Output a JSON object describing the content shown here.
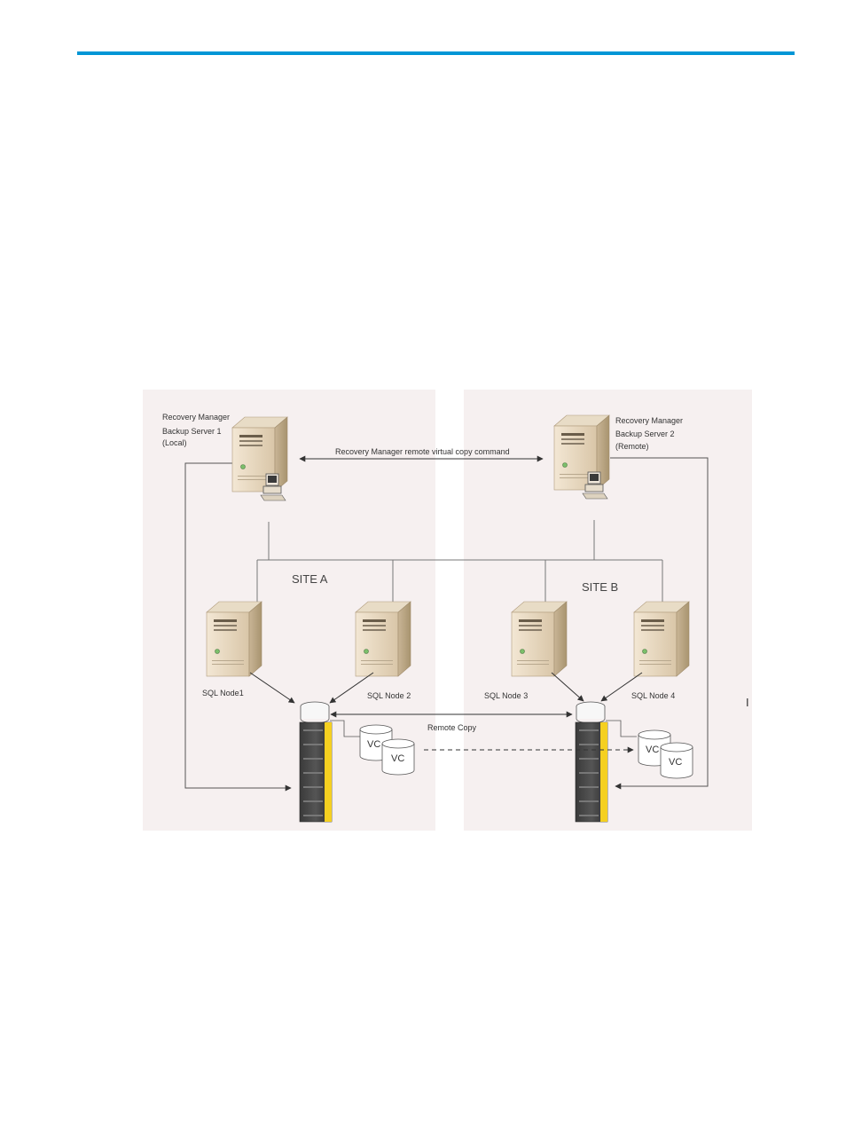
{
  "colors": {
    "accent_bar": "#0096d6",
    "site_bg": "#f6f0f0",
    "storage_accent": "#f5d020"
  },
  "servers": {
    "backup1": {
      "line1": "Recovery Manager",
      "line2": "Backup Server 1",
      "line3": "(Local)"
    },
    "backup2": {
      "line1": "Recovery Manager",
      "line2": "Backup Server 2",
      "line3": "(Remote)"
    }
  },
  "command_label": "Recovery Manager remote virtual copy command",
  "sites": {
    "a": "SITE A",
    "b": "SITE B"
  },
  "nodes": {
    "n1": "SQL Node1",
    "n2": "SQL Node 2",
    "n3": "SQL Node 3",
    "n4": "SQL Node 4"
  },
  "remote_copy_label": "Remote Copy",
  "vc_label": "VC",
  "stray_mark": "I",
  "icons": [
    "server-tower-icon",
    "workstation-icon",
    "disk-array-icon",
    "volume-cylinder-icon"
  ]
}
